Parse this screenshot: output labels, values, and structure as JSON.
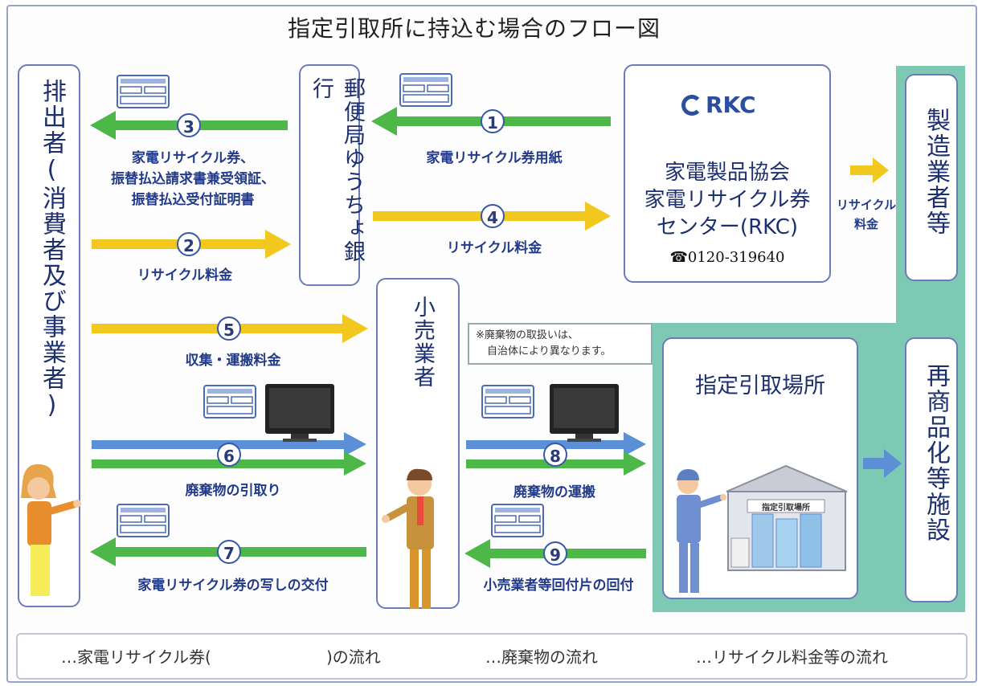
{
  "title": "指定引取所に持込む場合のフロー図",
  "nodes": {
    "emitter": "排出者(消費者及び事業者)",
    "post": "郵便局ゆうちょ銀行",
    "rkc_logo": "RKC",
    "rkc_name": [
      "家電製品協会",
      "家電リサイクル券",
      "センター(RKC)"
    ],
    "rkc_phone": "0120-319640",
    "retailer": "小売業者",
    "manufacturer": "製造業者等",
    "designated_site": "指定引取場所",
    "recycling_facility": "再商品化等施設",
    "warehouse_sign": "指定引取場所"
  },
  "note": [
    "※廃棄物の取扱いは、",
    "自治体により異なります。"
  ],
  "flows": {
    "f1": {
      "num": "1",
      "label": "家電リサイクル券用紙"
    },
    "f2": {
      "num": "2",
      "label": "リサイクル料金"
    },
    "f3": {
      "num": "3",
      "lines": [
        "家電リサイクル券、",
        "振替払込請求書兼受領証、",
        "振替払込受付証明書"
      ]
    },
    "f4": {
      "num": "4",
      "label": "リサイクル料金"
    },
    "f5": {
      "num": "5",
      "label": "収集・運搬料金"
    },
    "f6": {
      "num": "6",
      "label": "廃棄物の引取り"
    },
    "f7": {
      "num": "7",
      "label": "家電リサイクル券の写しの交付"
    },
    "f8": {
      "num": "8",
      "label": "廃棄物の運搬"
    },
    "f9": {
      "num": "9",
      "label": "小売業者等回付片の回付"
    },
    "maker_fee": [
      "リサイクル",
      "料金"
    ]
  },
  "legend": {
    "ticket_prefix": "…家電リサイクル券(",
    "ticket_suffix": ")の流れ",
    "waste": "…廃棄物の流れ",
    "fee": "…リサイクル料金等の流れ"
  },
  "colors": {
    "green": "#4db848",
    "blue": "#5b8fd6",
    "yellow": "#f2c81e",
    "teal": "#7ec9b4",
    "navy": "#223a8a"
  }
}
